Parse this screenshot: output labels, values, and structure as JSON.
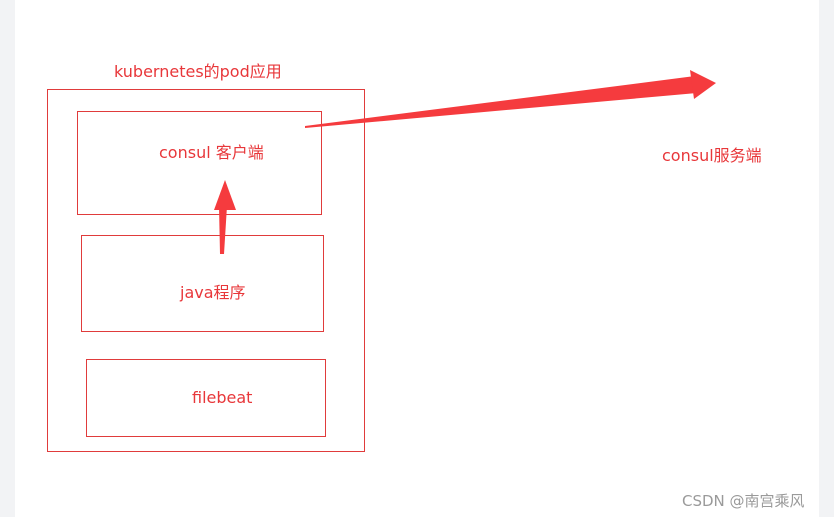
{
  "diagram": {
    "pod_title": "kubernetes的pod应用",
    "client_label": "consul 客户端",
    "java_label": "java程序",
    "filebeat_label": "filebeat",
    "server_label": "consul服务端",
    "watermark": "CSDN @南宫乘风"
  },
  "colors": {
    "box_border": "#e03b3b",
    "text": "#e8373a",
    "arrow": "#f53b3e"
  }
}
